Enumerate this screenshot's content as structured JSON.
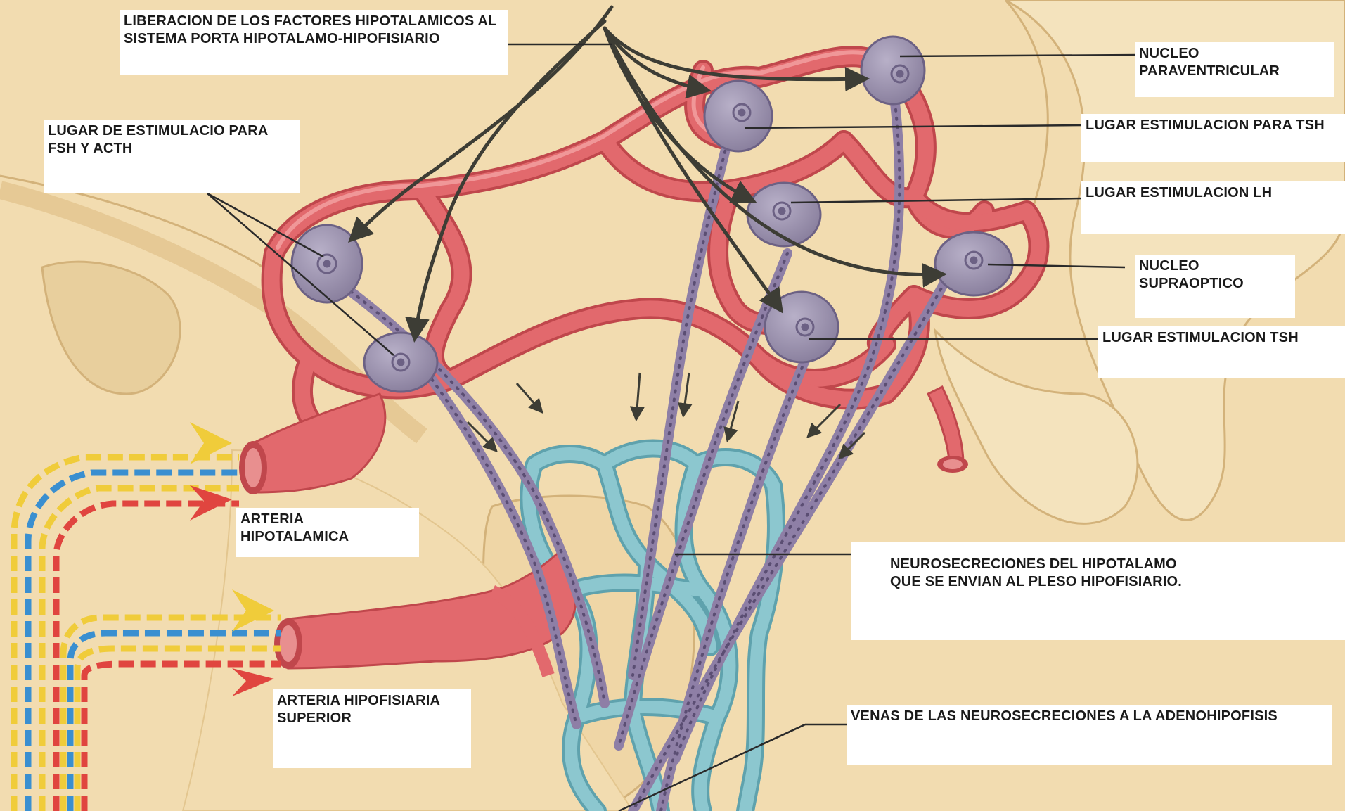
{
  "labels": {
    "liberacion": [
      "LIBERACION DE LOS FACTORES HIPOTALAMICOS AL",
      "SISTEMA PORTA HIPOTALAMO-HIPOFISIARIO"
    ],
    "lugar_fsh_acth": [
      "LUGAR DE ESTIMULACIO PARA",
      "FSH Y ACTH"
    ],
    "nucleo_paraventricular": [
      "NUCLEO",
      "PARAVENTRICULAR"
    ],
    "lugar_tsh_1": [
      "LUGAR ESTIMULACION PARA TSH"
    ],
    "lugar_lh": [
      "LUGAR ESTIMULACION LH"
    ],
    "nucleo_supraoptico": [
      "NUCLEO",
      "SUPRAOPTICO"
    ],
    "lugar_tsh_2": [
      "LUGAR ESTIMULACION TSH"
    ],
    "arteria_hipotalamica": [
      "ARTERIA",
      "HIPOTALAMICA"
    ],
    "neurosecreciones": [
      "NEUROSECRECIONES DEL HIPOTALAMO",
      "QUE SE ENVIAN AL PLESO HIPOFISIARIO."
    ],
    "arteria_hipofisiaria": [
      "ARTERIA HIPOFISIARIA",
      "SUPERIOR"
    ],
    "venas": [
      "VENAS DE LAS NEUROSECRECIONES A LA ADENOHIPOFISIS"
    ]
  },
  "colors": {
    "tissue": "#f2dcb0",
    "tissue_dark": "#e2c48e",
    "artery": "#e2696d",
    "artery_dark": "#c0474c",
    "vein": "#8cc7cf",
    "neuron": "#a49cb5",
    "axon": "#8e7fa6",
    "arrow": "#3d3d35",
    "stripe_blue": "#3a8fd0",
    "stripe_yellow": "#f0cc3a",
    "stripe_red": "#e0453f"
  }
}
